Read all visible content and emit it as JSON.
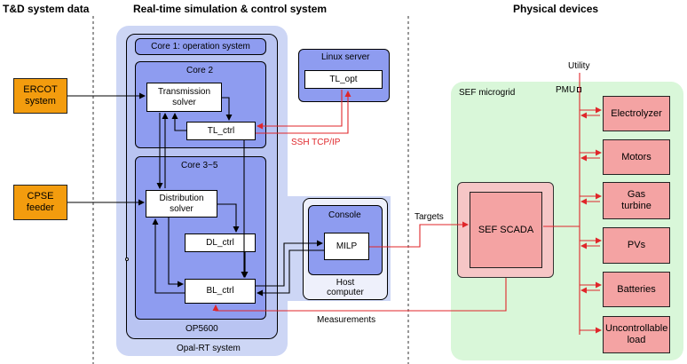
{
  "headers": {
    "td_data": "T&D system data",
    "realtime": "Real-time simulation & control system",
    "physical": "Physical devices"
  },
  "opal": {
    "system_label": "Opal-RT system",
    "op5600_label": "OP5600",
    "core1_label": "Core 1: operation system",
    "core2_label": "Core 2",
    "core35_label": "Core 3~5",
    "transmission_solver": "Transmission solver",
    "tl_ctrl": "TL_ctrl",
    "distribution_solver": "Distribution solver",
    "dl_ctrl": "DL_ctrl",
    "bl_ctrl": "BL_ctrl"
  },
  "inputs": {
    "ercot": "ERCOT system",
    "cpse": "CPSE feeder"
  },
  "linux": {
    "title": "Linux server",
    "tl_opt": "TL_opt"
  },
  "host": {
    "console": "Console",
    "milp": "MILP",
    "host_computer": "Host computer"
  },
  "links": {
    "ssh": "SSH TCP/IP",
    "targets": "Targets",
    "measurements": "Measurements"
  },
  "sef": {
    "microgrid_label": "SEF microgrid",
    "scada": "SEF SCADA",
    "utility": "Utility",
    "pmu": "PMU",
    "devices": [
      "Electrolyzer",
      "Motors",
      "Gas turbine",
      "PVs",
      "Batteries",
      "Uncontrollable load"
    ]
  },
  "colors": {
    "opal_outer": "#cdd6f5",
    "op5600_fill": "#b9c4f2",
    "core_fill": "#8e9cf0",
    "input_orange": "#f39c0e",
    "device_pink": "#f4a3a3",
    "microgrid_green": "#d9f7d9",
    "link_red": "#e0262a"
  }
}
